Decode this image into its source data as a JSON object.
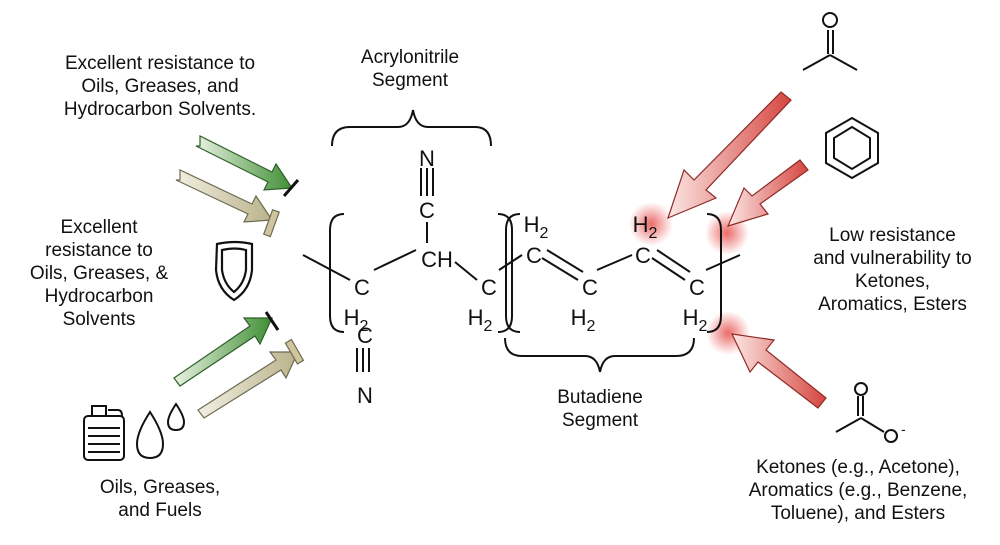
{
  "texts": {
    "top_left": "Excellent resistance to\nOils, Greases, and\nHydrocarbon Solvents.",
    "mid_left": "Excellent\nresistance to\nOils, Greases, &\nHydrocarbon\nSolvents",
    "bottom_left": "Oils, Greases,\nand Fuels",
    "acrylonitrile": "Acrylonitrile\nSegment",
    "butadiene": "Butadiene\nSegment",
    "low_resistance": "Low resistance\nand vulnerability to\nKetones,\nAromatics, Esters",
    "bottom_right": "Ketones (e.g., Acetone),\nAromatics (e.g., Benzene,\nToluene), and Esters"
  },
  "atoms": {
    "N": "N",
    "C": "C",
    "CH": "CH",
    "H2": "H2",
    "H": "H",
    "sub2": "2",
    "O": "O",
    "Ominus": "-"
  },
  "colors": {
    "green_arrow": "#4a9a3d",
    "beige_arrow": "#c9c39d",
    "red_arrow": "#d9534f",
    "ink": "#111111"
  },
  "icons": [
    "shield-icon",
    "jerrycan-icon",
    "droplet-icon",
    "benzene-icon",
    "ketone-icon",
    "ester-icon"
  ]
}
